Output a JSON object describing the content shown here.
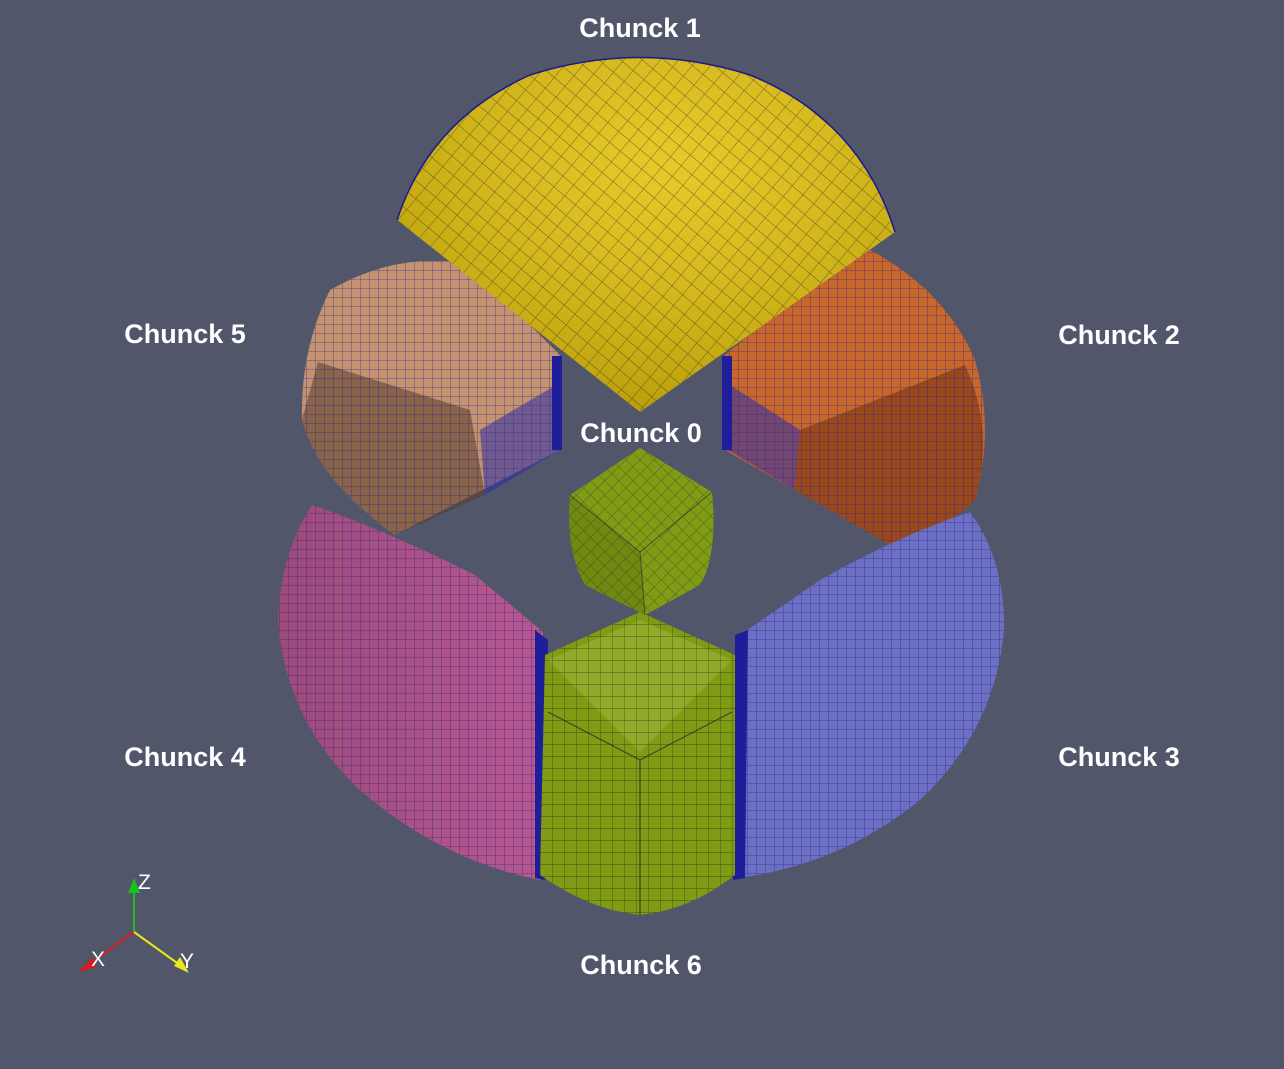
{
  "scene": {
    "background": "#51566b",
    "mesh_line_color": "#1a1a8c",
    "chunks": [
      {
        "id": "chunk-0",
        "label": "Chunck 0",
        "color": "#7f9c14"
      },
      {
        "id": "chunk-1",
        "label": "Chunck 1",
        "color": "#e3c20c"
      },
      {
        "id": "chunk-2",
        "label": "Chunck 2",
        "color": "#c8672c"
      },
      {
        "id": "chunk-3",
        "label": "Chunck 3",
        "color": "#6d6fc2"
      },
      {
        "id": "chunk-4",
        "label": "Chunck 4",
        "color": "#b75890"
      },
      {
        "id": "chunk-5",
        "label": "Chunck 5",
        "color": "#c49270"
      },
      {
        "id": "chunk-6",
        "label": "Chunck 6",
        "color": "#7f9c14"
      }
    ]
  },
  "axes": {
    "z_label": "Z",
    "z_color": "#19c019",
    "x_label": "X",
    "x_color": "#d81b1b",
    "y_label": "Y",
    "y_color": "#e8e81a"
  }
}
